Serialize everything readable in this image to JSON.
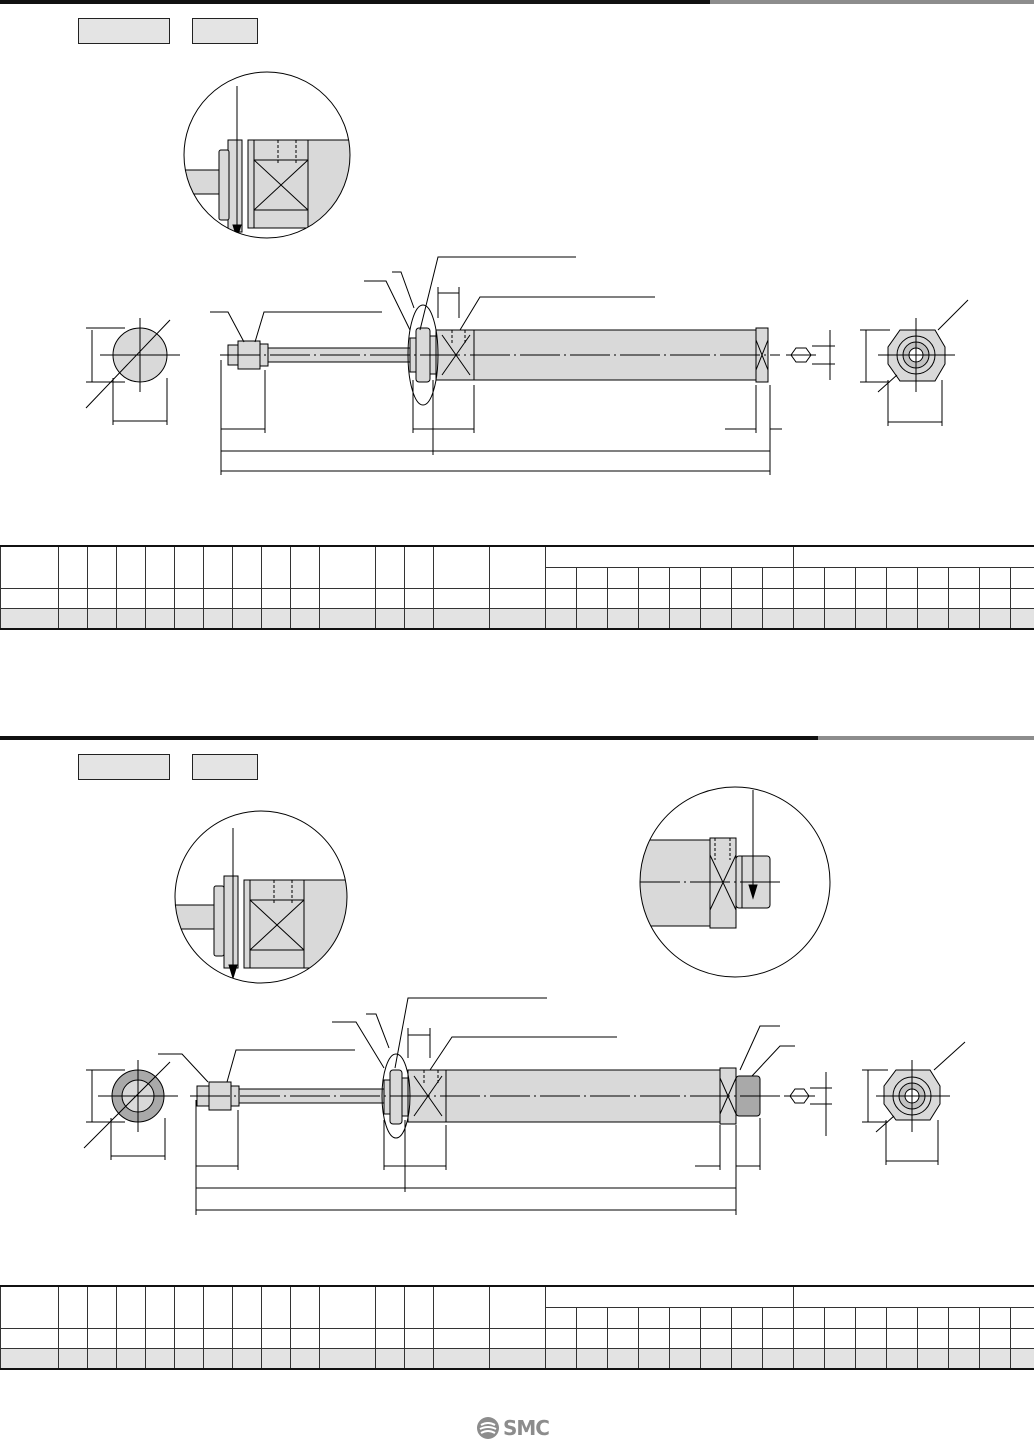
{
  "brand": {
    "logo_text": "SMC",
    "logo_color": "#8c8c8c"
  },
  "colors": {
    "rule_dark": "#111111",
    "rule_grey": "#8d8d8d",
    "tag_fill": "#e4e4e4",
    "part_fill": "#d9d9d9",
    "table_stripe": "#e3e3e3"
  },
  "sections": [
    {
      "id": "upper",
      "tags": [
        "",
        ""
      ],
      "table": {
        "rows": 2,
        "columns": 32
      }
    },
    {
      "id": "lower",
      "tags": [
        "",
        ""
      ],
      "table": {
        "rows": 2,
        "columns": 32
      }
    }
  ]
}
